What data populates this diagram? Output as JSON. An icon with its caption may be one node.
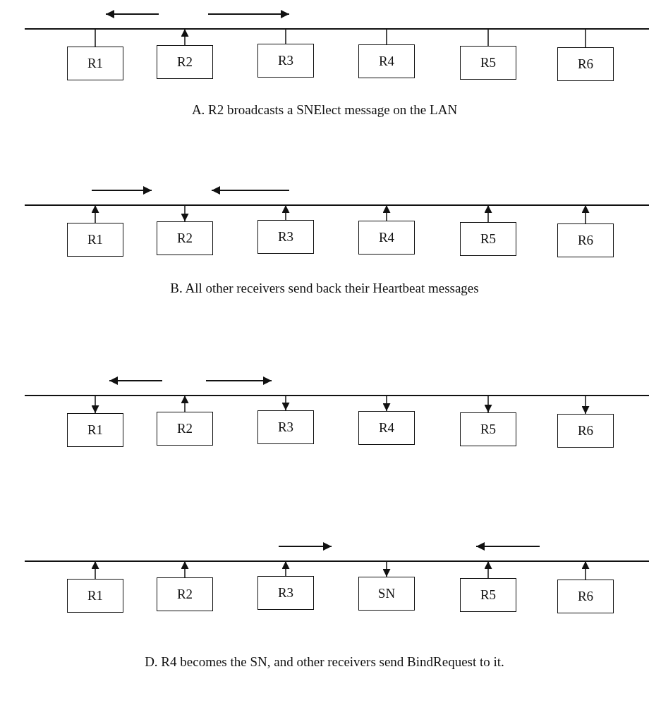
{
  "diagram": {
    "nodes": [
      {
        "text": [],
        "shape": "bar"
      },
      {
        "text": [
          "R1"
        ]
      },
      {
        "text": [
          "R2"
        ]
      },
      {
        "text": [
          "R3"
        ]
      },
      {
        "text": [
          "R4"
        ]
      },
      {
        "text": [
          "R5"
        ]
      },
      {
        "text": [
          "R6"
        ]
      },
      {
        "text": [],
        "shape": "bar"
      },
      {
        "text": [
          "R1"
        ]
      },
      {
        "text": [
          "R2"
        ]
      },
      {
        "text": [
          "R3"
        ]
      },
      {
        "text": [
          "R4"
        ]
      },
      {
        "text": [
          "R5"
        ]
      },
      {
        "text": [
          "R6"
        ]
      },
      {
        "text": [],
        "shape": "bar"
      },
      {
        "text": [
          "R1"
        ]
      },
      {
        "text": [
          "R2"
        ]
      },
      {
        "text": [
          "R3"
        ]
      },
      {
        "text": [
          "R4"
        ]
      },
      {
        "text": [
          "R5"
        ]
      },
      {
        "text": [
          "R6"
        ]
      },
      {
        "text": [],
        "shape": "bar"
      },
      {
        "text": [
          "R1"
        ]
      },
      {
        "text": [
          "R2"
        ]
      },
      {
        "text": [
          "R3"
        ]
      },
      {
        "text": [
          "SN"
        ]
      },
      {
        "text": [
          "R5"
        ]
      },
      {
        "text": [
          "R6"
        ]
      }
    ],
    "edges": [
      {
        "from": 1,
        "to": 0,
        "arrow": "none"
      },
      {
        "from": 2,
        "to": 0,
        "arrow": "to"
      },
      {
        "from": 3,
        "to": 0,
        "arrow": "none"
      },
      {
        "from": 4,
        "to": 0,
        "arrow": "none"
      },
      {
        "from": 5,
        "to": 0,
        "arrow": "none"
      },
      {
        "from": 6,
        "to": 0,
        "arrow": "none"
      },
      {
        "from": 8,
        "to": 7,
        "arrow": "to"
      },
      {
        "from": 7,
        "to": 9,
        "arrow": "to"
      },
      {
        "from": 10,
        "to": 7,
        "arrow": "to"
      },
      {
        "from": 11,
        "to": 7,
        "arrow": "to"
      },
      {
        "from": 12,
        "to": 7,
        "arrow": "to"
      },
      {
        "from": 13,
        "to": 7,
        "arrow": "to"
      },
      {
        "from": 14,
        "to": 15,
        "arrow": "to"
      },
      {
        "from": 16,
        "to": 14,
        "arrow": "to"
      },
      {
        "from": 14,
        "to": 17,
        "arrow": "to"
      },
      {
        "from": 14,
        "to": 18,
        "arrow": "to"
      },
      {
        "from": 14,
        "to": 19,
        "arrow": "to"
      },
      {
        "from": 14,
        "to": 20,
        "arrow": "to"
      },
      {
        "from": 22,
        "to": 21,
        "arrow": "to"
      },
      {
        "from": 23,
        "to": 21,
        "arrow": "to"
      },
      {
        "from": 24,
        "to": 21,
        "arrow": "to"
      },
      {
        "from": 21,
        "to": 25,
        "arrow": "to"
      },
      {
        "from": 26,
        "to": 21,
        "arrow": "to"
      },
      {
        "from": 27,
        "to": 21,
        "arrow": "to"
      }
    ],
    "labels": [
      "A. R2 broadcasts a SNElect message on the LAN",
      "B. All other receivers send back their Heartbeat messages",
      "D. R4 becomes the SN, and other receivers send BindRequest to it."
    ]
  }
}
